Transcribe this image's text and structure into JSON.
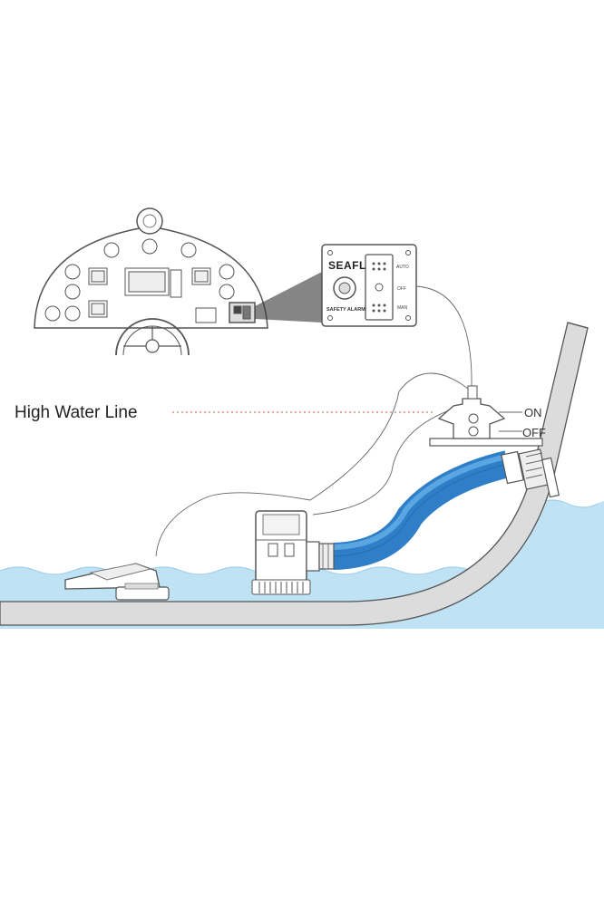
{
  "labels": {
    "high_water_line": "High Water Line",
    "float_on": "ON",
    "float_off": "OFF"
  },
  "panel": {
    "brand": "SEAFLO",
    "alarm_label": "SAFETY ALARM",
    "switch_auto": "AUTO",
    "switch_off": "OFF",
    "switch_man": "MAN"
  },
  "colors": {
    "water": "#bfe2f5",
    "water_wave": "#9fd0ec",
    "hose": "#2f7fc8",
    "hose_light": "#5aa6e2",
    "hull": "#dcdcdc",
    "dash_line": "#d05050"
  },
  "icons": [
    "dashboard-panel",
    "steering-wheel",
    "alarm-switch-panel",
    "float-switch",
    "bilge-pump",
    "discharge-hose",
    "through-hull-fitting",
    "water-sensor"
  ]
}
